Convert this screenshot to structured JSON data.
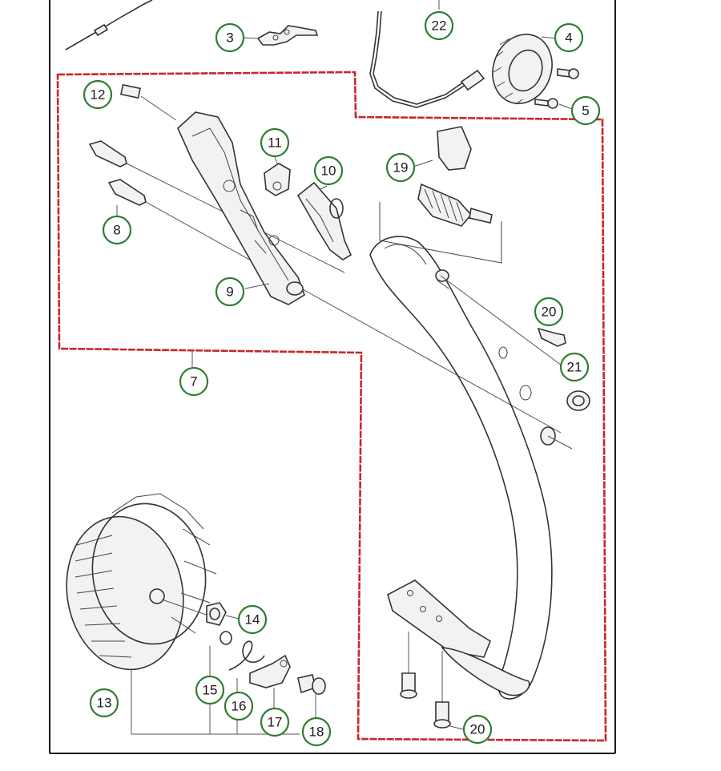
{
  "colors": {
    "frame": "#1a1a1a",
    "group_outline": "#c62828",
    "callout_ring": "#2e7d32"
  },
  "callouts": [
    {
      "id": "c3",
      "label": "3"
    },
    {
      "id": "c22",
      "label": "22"
    },
    {
      "id": "c4",
      "label": "4"
    },
    {
      "id": "c5",
      "label": "5"
    },
    {
      "id": "c12",
      "label": "12"
    },
    {
      "id": "c11",
      "label": "11"
    },
    {
      "id": "c10",
      "label": "10"
    },
    {
      "id": "c19",
      "label": "19"
    },
    {
      "id": "c8",
      "label": "8"
    },
    {
      "id": "c9",
      "label": "9"
    },
    {
      "id": "c20a",
      "label": "20"
    },
    {
      "id": "c21",
      "label": "21"
    },
    {
      "id": "c7",
      "label": "7"
    },
    {
      "id": "c14",
      "label": "14"
    },
    {
      "id": "c15",
      "label": "15"
    },
    {
      "id": "c16",
      "label": "16"
    },
    {
      "id": "c13",
      "label": "13"
    },
    {
      "id": "c17",
      "label": "17"
    },
    {
      "id": "c18",
      "label": "18"
    },
    {
      "id": "c20b",
      "label": "20"
    }
  ]
}
